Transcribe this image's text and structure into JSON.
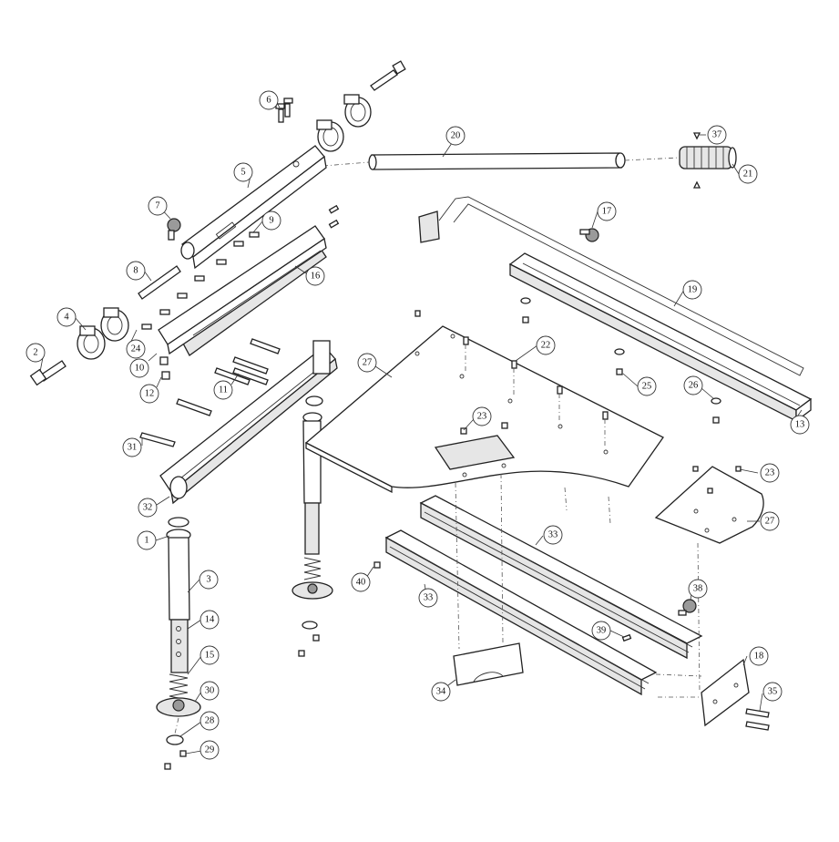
{
  "callouts": [
    {
      "id": "c1",
      "label": "1"
    },
    {
      "id": "c2",
      "label": "2"
    },
    {
      "id": "c3",
      "label": "3"
    },
    {
      "id": "c4",
      "label": "4"
    },
    {
      "id": "c5",
      "label": "5"
    },
    {
      "id": "c6",
      "label": "6"
    },
    {
      "id": "c7",
      "label": "7"
    },
    {
      "id": "c8",
      "label": "8"
    },
    {
      "id": "c9",
      "label": "9"
    },
    {
      "id": "c10",
      "label": "10"
    },
    {
      "id": "c11",
      "label": "11"
    },
    {
      "id": "c12",
      "label": "12"
    },
    {
      "id": "c13",
      "label": "13"
    },
    {
      "id": "c14",
      "label": "14"
    },
    {
      "id": "c15",
      "label": "15"
    },
    {
      "id": "c16",
      "label": "16"
    },
    {
      "id": "c17",
      "label": "17"
    },
    {
      "id": "c18",
      "label": "18"
    },
    {
      "id": "c19",
      "label": "19"
    },
    {
      "id": "c20",
      "label": "20"
    },
    {
      "id": "c21",
      "label": "21"
    },
    {
      "id": "c22",
      "label": "22"
    },
    {
      "id": "c23a",
      "label": "23"
    },
    {
      "id": "c23b",
      "label": "23"
    },
    {
      "id": "c24",
      "label": "24"
    },
    {
      "id": "c25",
      "label": "25"
    },
    {
      "id": "c26",
      "label": "26"
    },
    {
      "id": "c27a",
      "label": "27"
    },
    {
      "id": "c27b",
      "label": "27"
    },
    {
      "id": "c28",
      "label": "28"
    },
    {
      "id": "c29",
      "label": "29"
    },
    {
      "id": "c30",
      "label": "30"
    },
    {
      "id": "c31",
      "label": "31"
    },
    {
      "id": "c32",
      "label": "32"
    },
    {
      "id": "c33a",
      "label": "33"
    },
    {
      "id": "c33b",
      "label": "33"
    },
    {
      "id": "c34",
      "label": "34"
    },
    {
      "id": "c35",
      "label": "35"
    },
    {
      "id": "c37",
      "label": "37"
    },
    {
      "id": "c38",
      "label": "38"
    },
    {
      "id": "c39",
      "label": "39"
    },
    {
      "id": "c40",
      "label": "40"
    }
  ]
}
